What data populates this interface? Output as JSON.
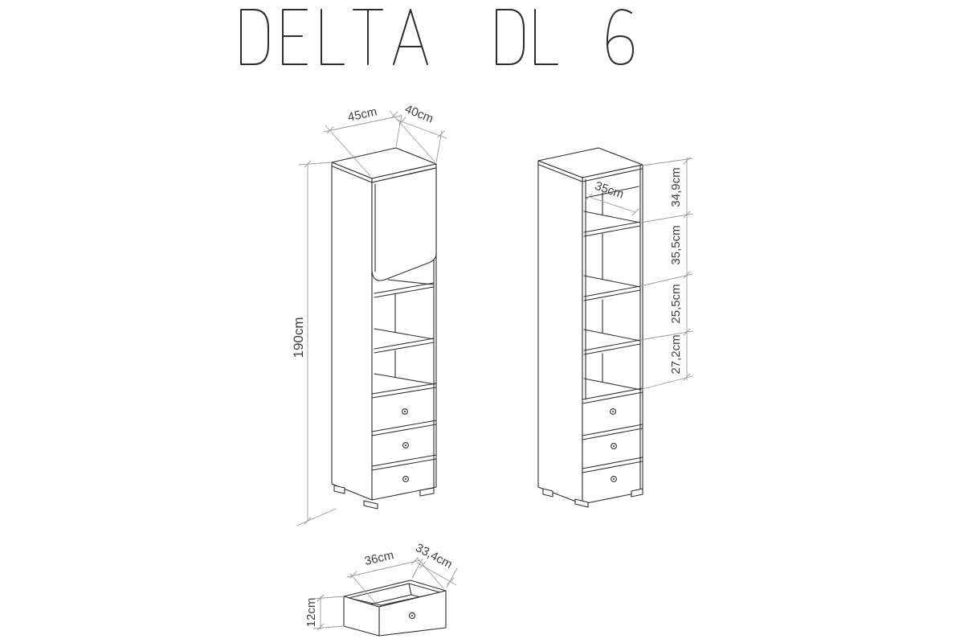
{
  "title": "DELTA DL 6",
  "colors": {
    "object_line": "#2d2d2d",
    "dimension_line": "#9b9b9b",
    "dimension_text": "#3e3e3e",
    "background": "#ffffff"
  },
  "left_view": {
    "width_label": "45cm",
    "depth_label": "40cm",
    "height_label": "190cm"
  },
  "right_view": {
    "inner_dim_label": "35cm",
    "segment_labels": [
      "34,9cm",
      "35,5cm",
      "25,5cm",
      "27,2cm"
    ]
  },
  "drawer_detail": {
    "width_label": "36cm",
    "depth_label": "33,4cm",
    "height_label": "12cm"
  }
}
